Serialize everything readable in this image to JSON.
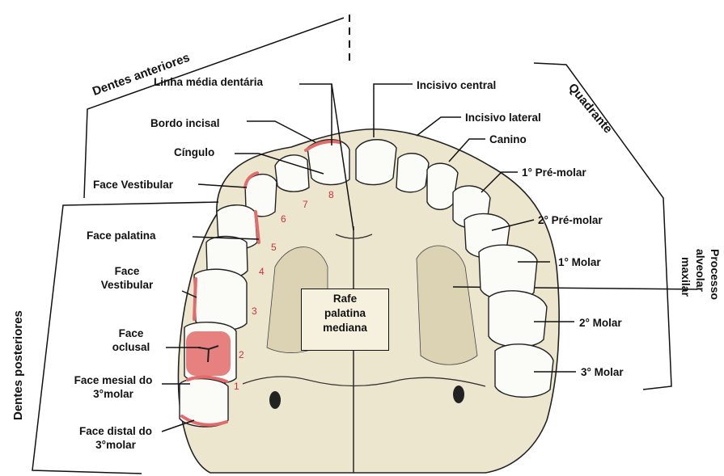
{
  "colors": {
    "bone": "#ece6cf",
    "tooth": "#fbfbf8",
    "highlight": "#e26b6b",
    "line": "#111111",
    "number": "#c8323a"
  },
  "brackets": {
    "anteriores": "Dentes    anteriores",
    "quadrante": "Quadrante",
    "posteriores": "Dentes posteriores",
    "processo": [
      "Processo",
      "alveolar",
      "maxilar"
    ]
  },
  "labels_right": {
    "incisivo_central": "Incisivo central",
    "incisivo_lateral": "Incisivo lateral",
    "canino": "Canino",
    "pre_molar_1": "1° Pré-molar",
    "pre_molar_2": "2° Pré-molar",
    "molar_1": "1° Molar",
    "molar_2": "2° Molar",
    "molar_3": "3° Molar"
  },
  "labels_left": {
    "linha_media": "Linha média dentária",
    "bordo_incisal": "Bordo incisal",
    "cingulo": "Cíngulo",
    "face_vestibular_top": "Face Vestibular",
    "face_palatina": "Face palatina",
    "face_vestibular_2": [
      "Face",
      "Vestibular"
    ],
    "face_oclusal": [
      "Face",
      "oclusal"
    ],
    "face_mesial": [
      "Face mesial do",
      "3°molar"
    ],
    "face_distal": [
      "Face distal do",
      "3°molar"
    ]
  },
  "rafe": [
    "Rafe",
    "palatina",
    "mediana"
  ],
  "tooth_numbers": [
    "1",
    "2",
    "3",
    "4",
    "5",
    "6",
    "7",
    "8"
  ]
}
